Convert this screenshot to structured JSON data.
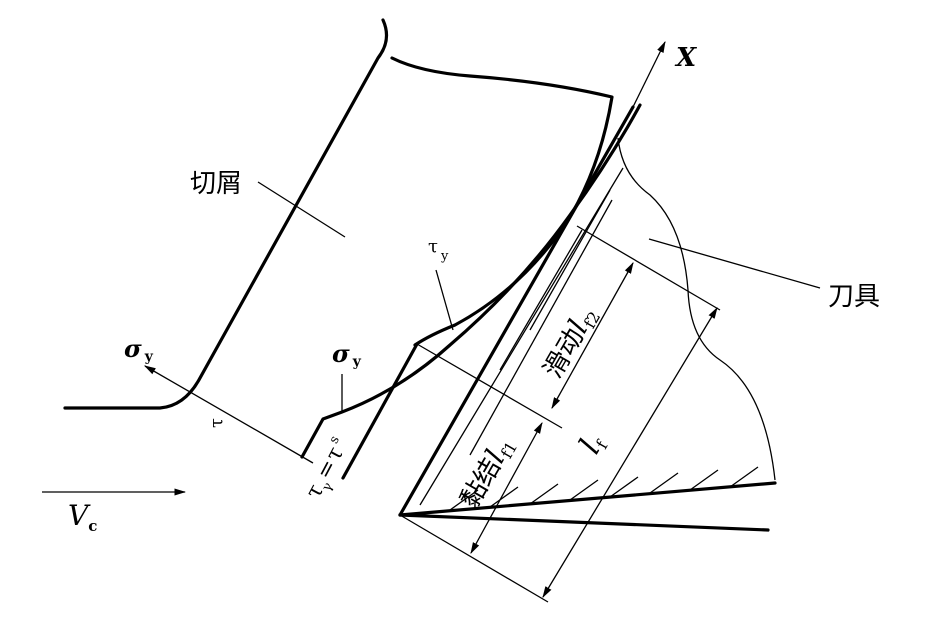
{
  "diagram": {
    "labels": {
      "chip": "切屑",
      "tool": "刀具",
      "axis_x": "X",
      "velocity": "V",
      "velocity_sub": "c",
      "sigma_left": "σ",
      "sigma_left_sub": "y",
      "sigma_mid": "σ",
      "sigma_mid_sub": "y",
      "tau_y": "τ",
      "tau_y_sub": "y",
      "tau": "τ",
      "tau_gamma": "τ",
      "tau_gamma_sub": "γ",
      "equals": "=",
      "tau_s": "τ",
      "tau_s_sub": "s",
      "sliding": "滑动",
      "sliding_len": "l",
      "sliding_len_sub": "f2",
      "sticking": "黏结",
      "sticking_len": "l",
      "sticking_len_sub": "f1",
      "contact_len": "l",
      "contact_len_sub": "f"
    }
  }
}
